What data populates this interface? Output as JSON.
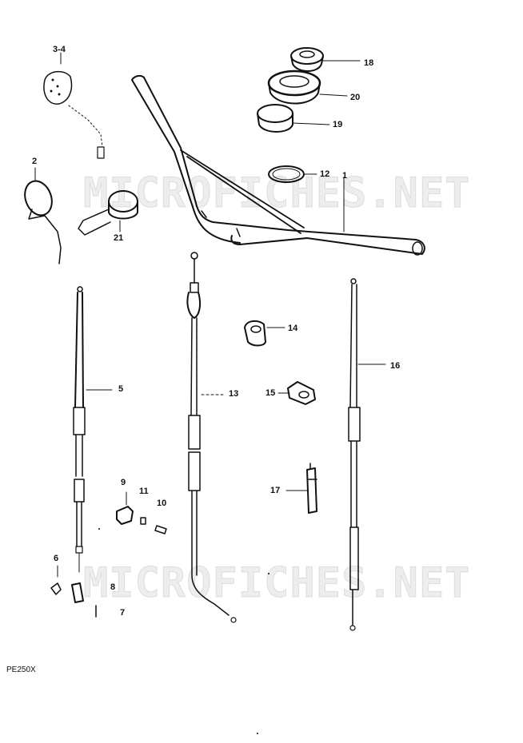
{
  "watermark": "MICROFICHES.NET",
  "model_code": "PE250X",
  "callouts": {
    "c34": "3-4",
    "c2": "2",
    "c21": "21",
    "c18": "18",
    "c20": "20",
    "c19": "19",
    "c12": "12",
    "c1": "1",
    "c14": "14",
    "c15": "15",
    "c16": "16",
    "c5": "5",
    "c13": "13",
    "c17": "17",
    "c9": "9",
    "c11": "11",
    "c10": "10",
    "c6": "6",
    "c8": "8",
    "c7": "7"
  }
}
